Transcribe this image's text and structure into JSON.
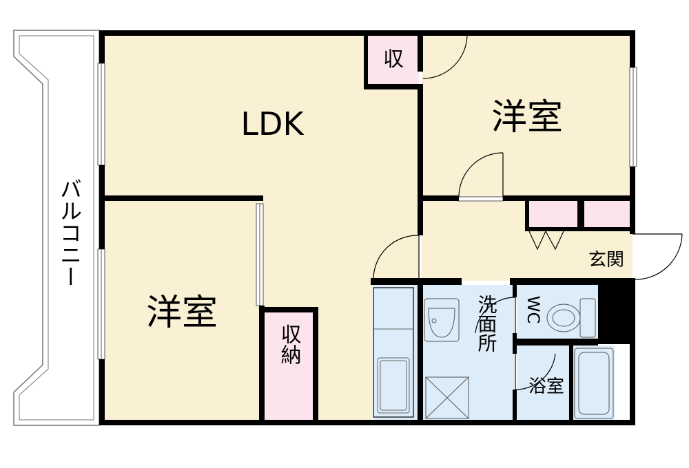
{
  "rooms": {
    "balcony": "バルコニー",
    "ldk": "LDK",
    "western_room_1": "洋室",
    "western_room_2": "洋室",
    "storage_small": "収",
    "storage_large": "収納",
    "entrance": "玄関",
    "washroom": "洗面所",
    "wc": "WC",
    "bathroom": "浴室"
  },
  "colors": {
    "floor": "#faf0d4",
    "storage": "#fbe4ee",
    "wet_area": "#dcecf8",
    "wall": "#000000"
  }
}
